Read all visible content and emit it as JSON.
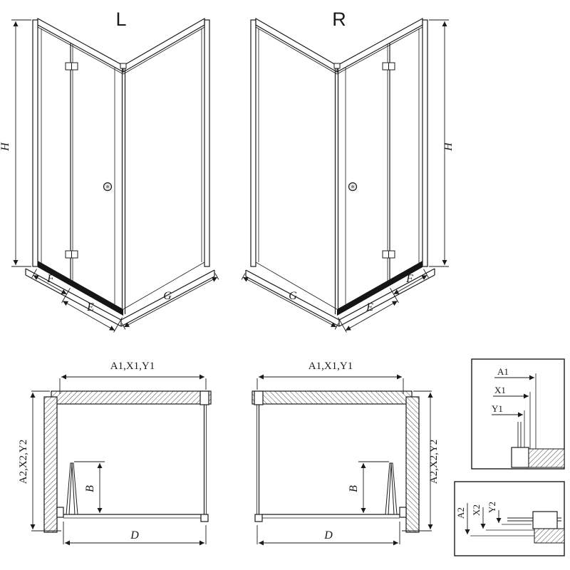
{
  "views": {
    "iso_left": {
      "variant": "L",
      "dim_h": "H",
      "dim_f": "F",
      "dim_e": "E",
      "dim_g": "G"
    },
    "iso_right": {
      "variant": "R",
      "dim_h": "H",
      "dim_f": "F",
      "dim_e": "E",
      "dim_g": "G"
    },
    "plan_left": {
      "dim_width": "A1,X1,Y1",
      "dim_depth": "A2,X2,Y2",
      "dim_b": "B",
      "dim_d": "D"
    },
    "plan_right": {
      "dim_width": "A1,X1,Y1",
      "dim_depth": "A2,X2,Y2",
      "dim_b": "B",
      "dim_d": "D"
    },
    "detail_width": {
      "dim_a1": "A1",
      "dim_x1": "X1",
      "dim_y1": "Y1"
    },
    "detail_depth": {
      "dim_a2": "A2",
      "dim_x2": "X2",
      "dim_y2": "Y2"
    }
  },
  "colors": {
    "line": "#1a1a1a",
    "background": "#ffffff"
  }
}
